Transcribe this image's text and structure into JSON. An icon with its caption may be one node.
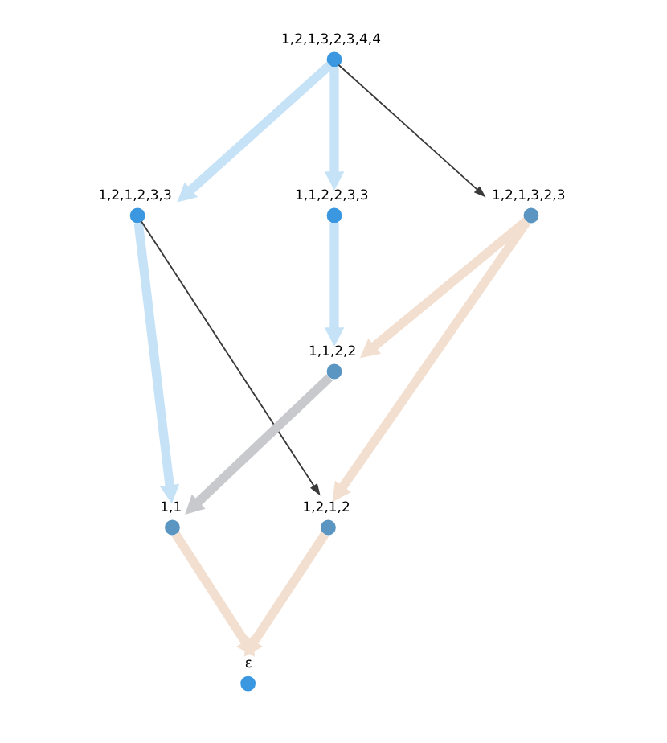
{
  "diagram": {
    "nodes": [
      {
        "text": [],
        "shape": "circle",
        "beside": [
          "1,2,1,3,2,3,4,4"
        ]
      },
      {
        "text": [],
        "shape": "circle",
        "beside": [
          "1,2,1,2,3,3"
        ]
      },
      {
        "text": [],
        "shape": "circle",
        "beside": [
          "1,1,2,2,3,3"
        ]
      },
      {
        "text": [],
        "shape": "circle",
        "beside": [
          "1,2,1,3,2,3"
        ]
      },
      {
        "text": [],
        "shape": "circle",
        "beside": [
          "1,1,2,2"
        ]
      },
      {
        "text": [],
        "shape": "circle",
        "beside": [
          "1,1"
        ]
      },
      {
        "text": [],
        "shape": "circle",
        "beside": [
          "1,2,1,2"
        ]
      },
      {
        "text": [],
        "shape": "circle",
        "beside": [
          "ε"
        ]
      }
    ],
    "edges": [
      {
        "from": 0,
        "to": 1,
        "arrow": "to",
        "color": "#c6e2f7"
      },
      {
        "from": 0,
        "to": 2,
        "arrow": "to",
        "color": "#c6e2f7"
      },
      {
        "from": 0,
        "to": 3,
        "arrow": "to",
        "color": "#3a3a3a"
      },
      {
        "from": 1,
        "to": 5,
        "arrow": "to",
        "color": "#c6e2f7"
      },
      {
        "from": 1,
        "to": 6,
        "arrow": "to",
        "color": "#3a3a3a"
      },
      {
        "from": 2,
        "to": 4,
        "arrow": "to",
        "color": "#c6e2f7"
      },
      {
        "from": 3,
        "to": 4,
        "arrow": "to",
        "color": "#f2dfd0"
      },
      {
        "from": 3,
        "to": 6,
        "arrow": "to",
        "color": "#f2dfd0"
      },
      {
        "from": 4,
        "to": 5,
        "arrow": "to",
        "color": "#c8c9cc"
      },
      {
        "from": 5,
        "to": 7,
        "arrow": "to",
        "color": "#f2dfd0"
      },
      {
        "from": 6,
        "to": 7,
        "arrow": "to",
        "color": "#f2dfd0"
      }
    ]
  }
}
